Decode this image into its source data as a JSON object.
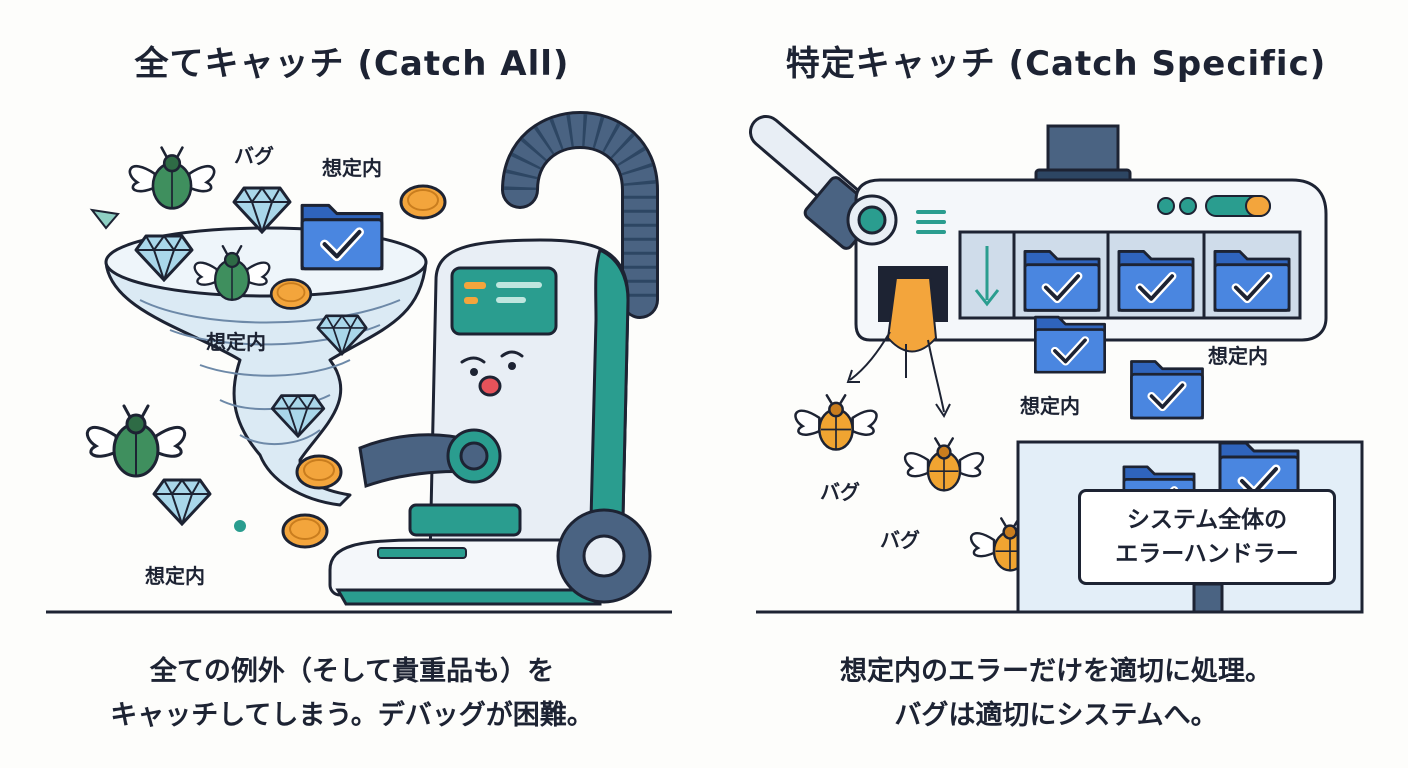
{
  "left": {
    "title": "全てキャッチ (Catch All)",
    "labels": {
      "bug": "バグ",
      "expected_a": "想定内",
      "expected_b": "想定内",
      "expected_c": "想定内"
    },
    "caption_line1": "全ての例外（そして貴重品も）を",
    "caption_line2": "キャッチしてしまう。デバッグが困難。"
  },
  "right": {
    "title": "特定キャッチ (Catch Specific)",
    "labels": {
      "expected_a": "想定内",
      "expected_b": "想定内",
      "bug_a": "バグ",
      "bug_b": "バグ"
    },
    "handler_line1": "システム全体の",
    "handler_line2": "エラーハンドラー",
    "caption_line1": "想定内のエラーだけを適切に処理。",
    "caption_line2": "バグは適切にシステムへ。"
  },
  "colors": {
    "outline": "#1d2333",
    "teal": "#2a9d8f",
    "navy": "#4a6382",
    "bug_green": "#3f8f5e",
    "bug_orange": "#f0a431",
    "folder_blue": "#3f78d6",
    "gem_blue": "#a9d7ea",
    "coin_orange": "#f3a53c",
    "panel_blue": "#e3eef8"
  }
}
